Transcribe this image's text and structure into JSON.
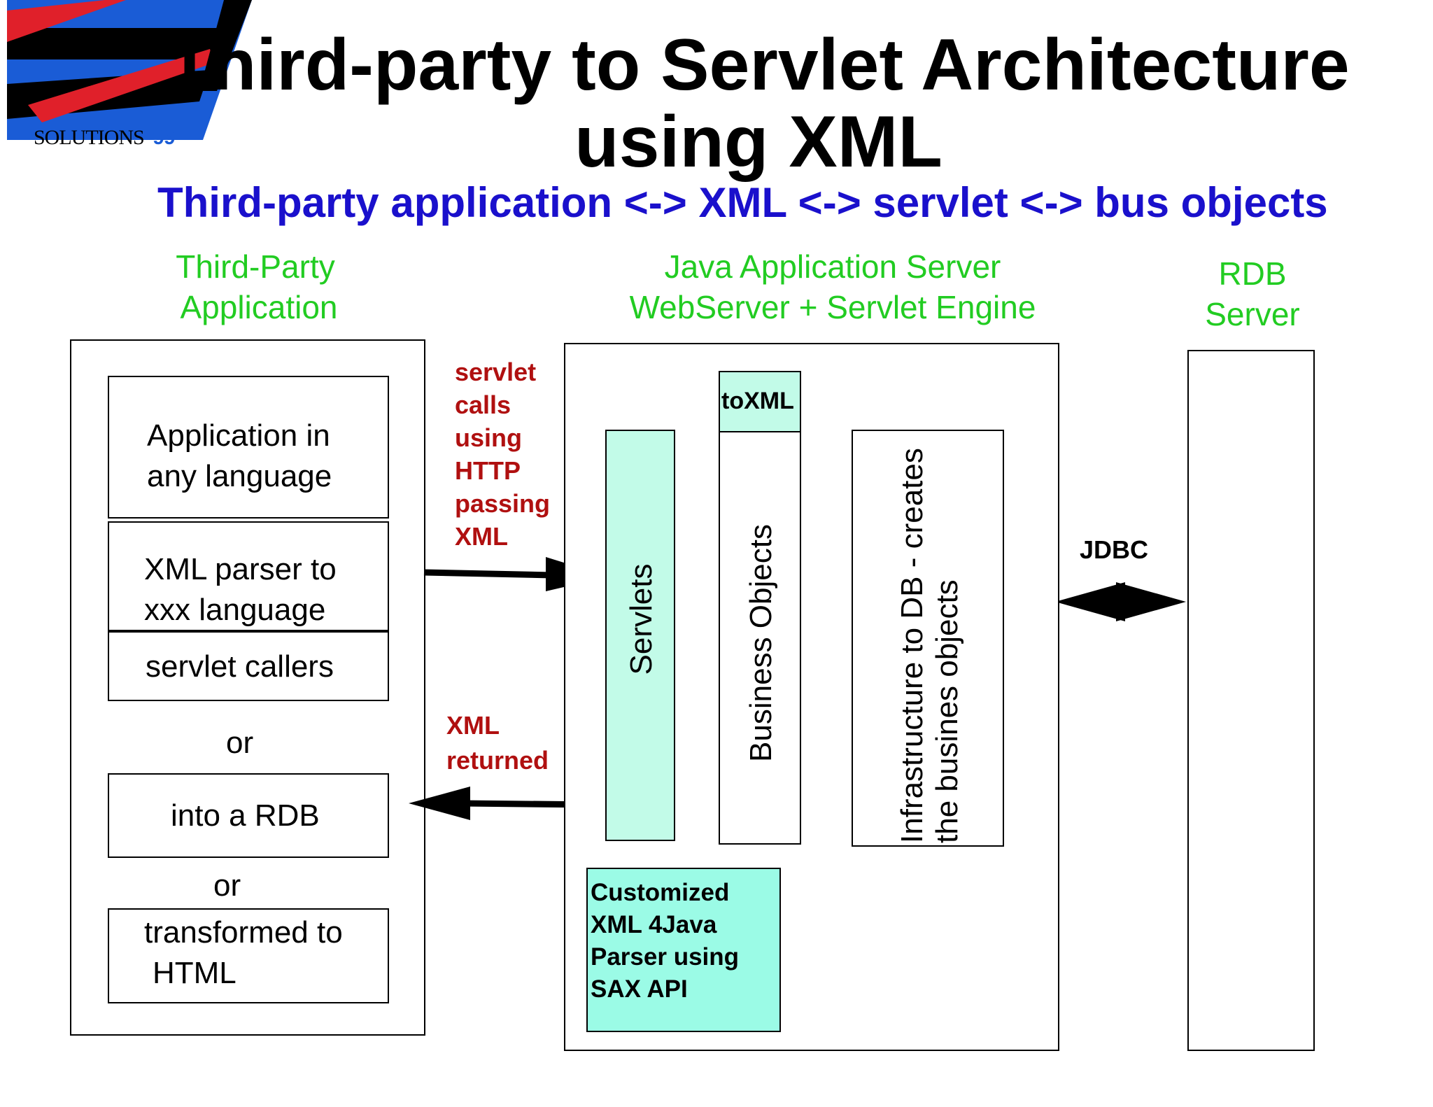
{
  "logo": {
    "text": "SOLUTIONS",
    "year": "'99"
  },
  "title": {
    "line1": "Third-party to Servlet Architecture",
    "line2": "using XML"
  },
  "subtitle": "Third-party application <-> XML <-> servlet <-> bus objects",
  "columns": {
    "third_party": {
      "line1": "Third-Party",
      "line2": "Application"
    },
    "java_server": {
      "line1": "Java Application Server",
      "line2": "WebServer + Servlet Engine"
    },
    "rdb_server": {
      "line1": "RDB",
      "line2": "Server"
    }
  },
  "left_panel": {
    "app_box": {
      "line1": "Application in",
      "line2": "any language"
    },
    "parser_box": {
      "line1": "XML parser to",
      "line2": "xxx language"
    },
    "callers_box": "servlet callers",
    "or1": "or",
    "rdb_box": "into a RDB",
    "or2": "or",
    "html_box": {
      "line1": "transformed to",
      "line2": "HTML"
    }
  },
  "arrows": {
    "request_label": [
      "servlet",
      "calls",
      "using",
      "HTTP",
      "passing",
      "XML"
    ],
    "response_label": [
      "XML",
      "returned"
    ],
    "jdbc_label": "JDBC"
  },
  "server_panel": {
    "servlets": "Servlets",
    "toxml": "toXML",
    "business_objects": "Business Objects",
    "infrastructure": {
      "line1": "Infrastructure to DB - creates",
      "line2": "the busines objects"
    },
    "parser": [
      "Customized",
      "XML 4Java",
      "Parser using",
      "SAX API"
    ]
  },
  "colors": {
    "subtitle": "#1a10cc",
    "column_heading": "#22cc22",
    "arrow_label": "#b01010",
    "servlets_fill": "#c2fbe8",
    "parser_fill": "#9bfbe6"
  }
}
